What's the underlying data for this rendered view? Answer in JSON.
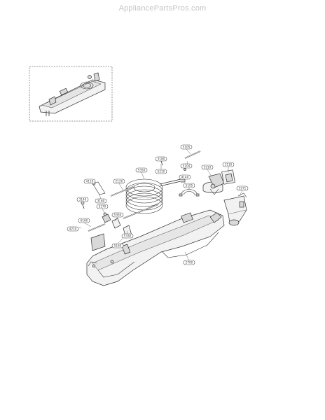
{
  "watermark": "AppliancePartsPros.com",
  "callouts": {
    "c1": "5105",
    "c2": "5104",
    "c3": "3210",
    "c4": "3110",
    "c5": "5210",
    "c6": "5350",
    "c7": "5105",
    "c8": "3271",
    "c9": "2120",
    "c10": "3160",
    "c11": "3270",
    "c12": "5350",
    "c13": "6160",
    "c14": "4210",
    "c15": "5330",
    "c16": "5160",
    "c17": "3140",
    "c18": "3180",
    "c19": "4140",
    "c20": "4110",
    "c21": "2700"
  }
}
